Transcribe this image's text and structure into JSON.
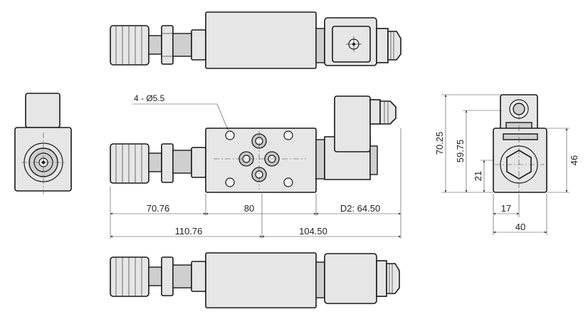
{
  "callout": {
    "mounting_holes": "4 - Ø5.5"
  },
  "dimensions": {
    "handle_length": "70.76",
    "body_length": "80",
    "solenoid_length": "D2: 64.50",
    "left_total": "110.76",
    "right_total": "104.50",
    "height_total": "70.25",
    "height_connector": "59.75",
    "height_axis": "21",
    "height_body": "46",
    "width_offset": "17",
    "width_total": "40"
  },
  "colors": {
    "part_fill": "#e6e6e6",
    "outline": "#1a1a1a",
    "dimension_line": "#444444"
  }
}
